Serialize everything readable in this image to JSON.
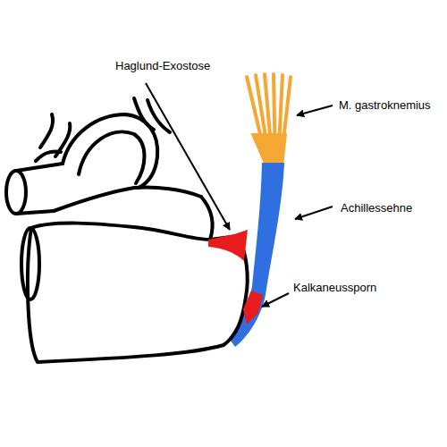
{
  "diagram": {
    "labels": [
      "Haglund-Exostose",
      "M. gastroknemius",
      "Achillessehne",
      "Kalkaneussporn"
    ]
  }
}
